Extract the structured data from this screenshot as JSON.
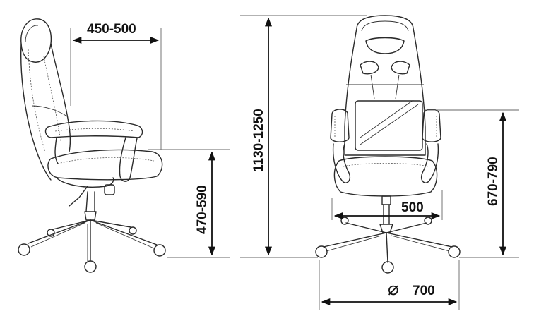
{
  "dimensions": {
    "side_depth": "450-500",
    "side_seat_height": "470-590",
    "overall_height": "1130-1250",
    "front_armrest_height": "670-790",
    "seat_width": "500",
    "base_diameter_symbol": "⌀",
    "base_diameter": "700"
  },
  "colors": {
    "line": "#2a2a2a",
    "dimension": "#111111",
    "background": "#ffffff"
  }
}
